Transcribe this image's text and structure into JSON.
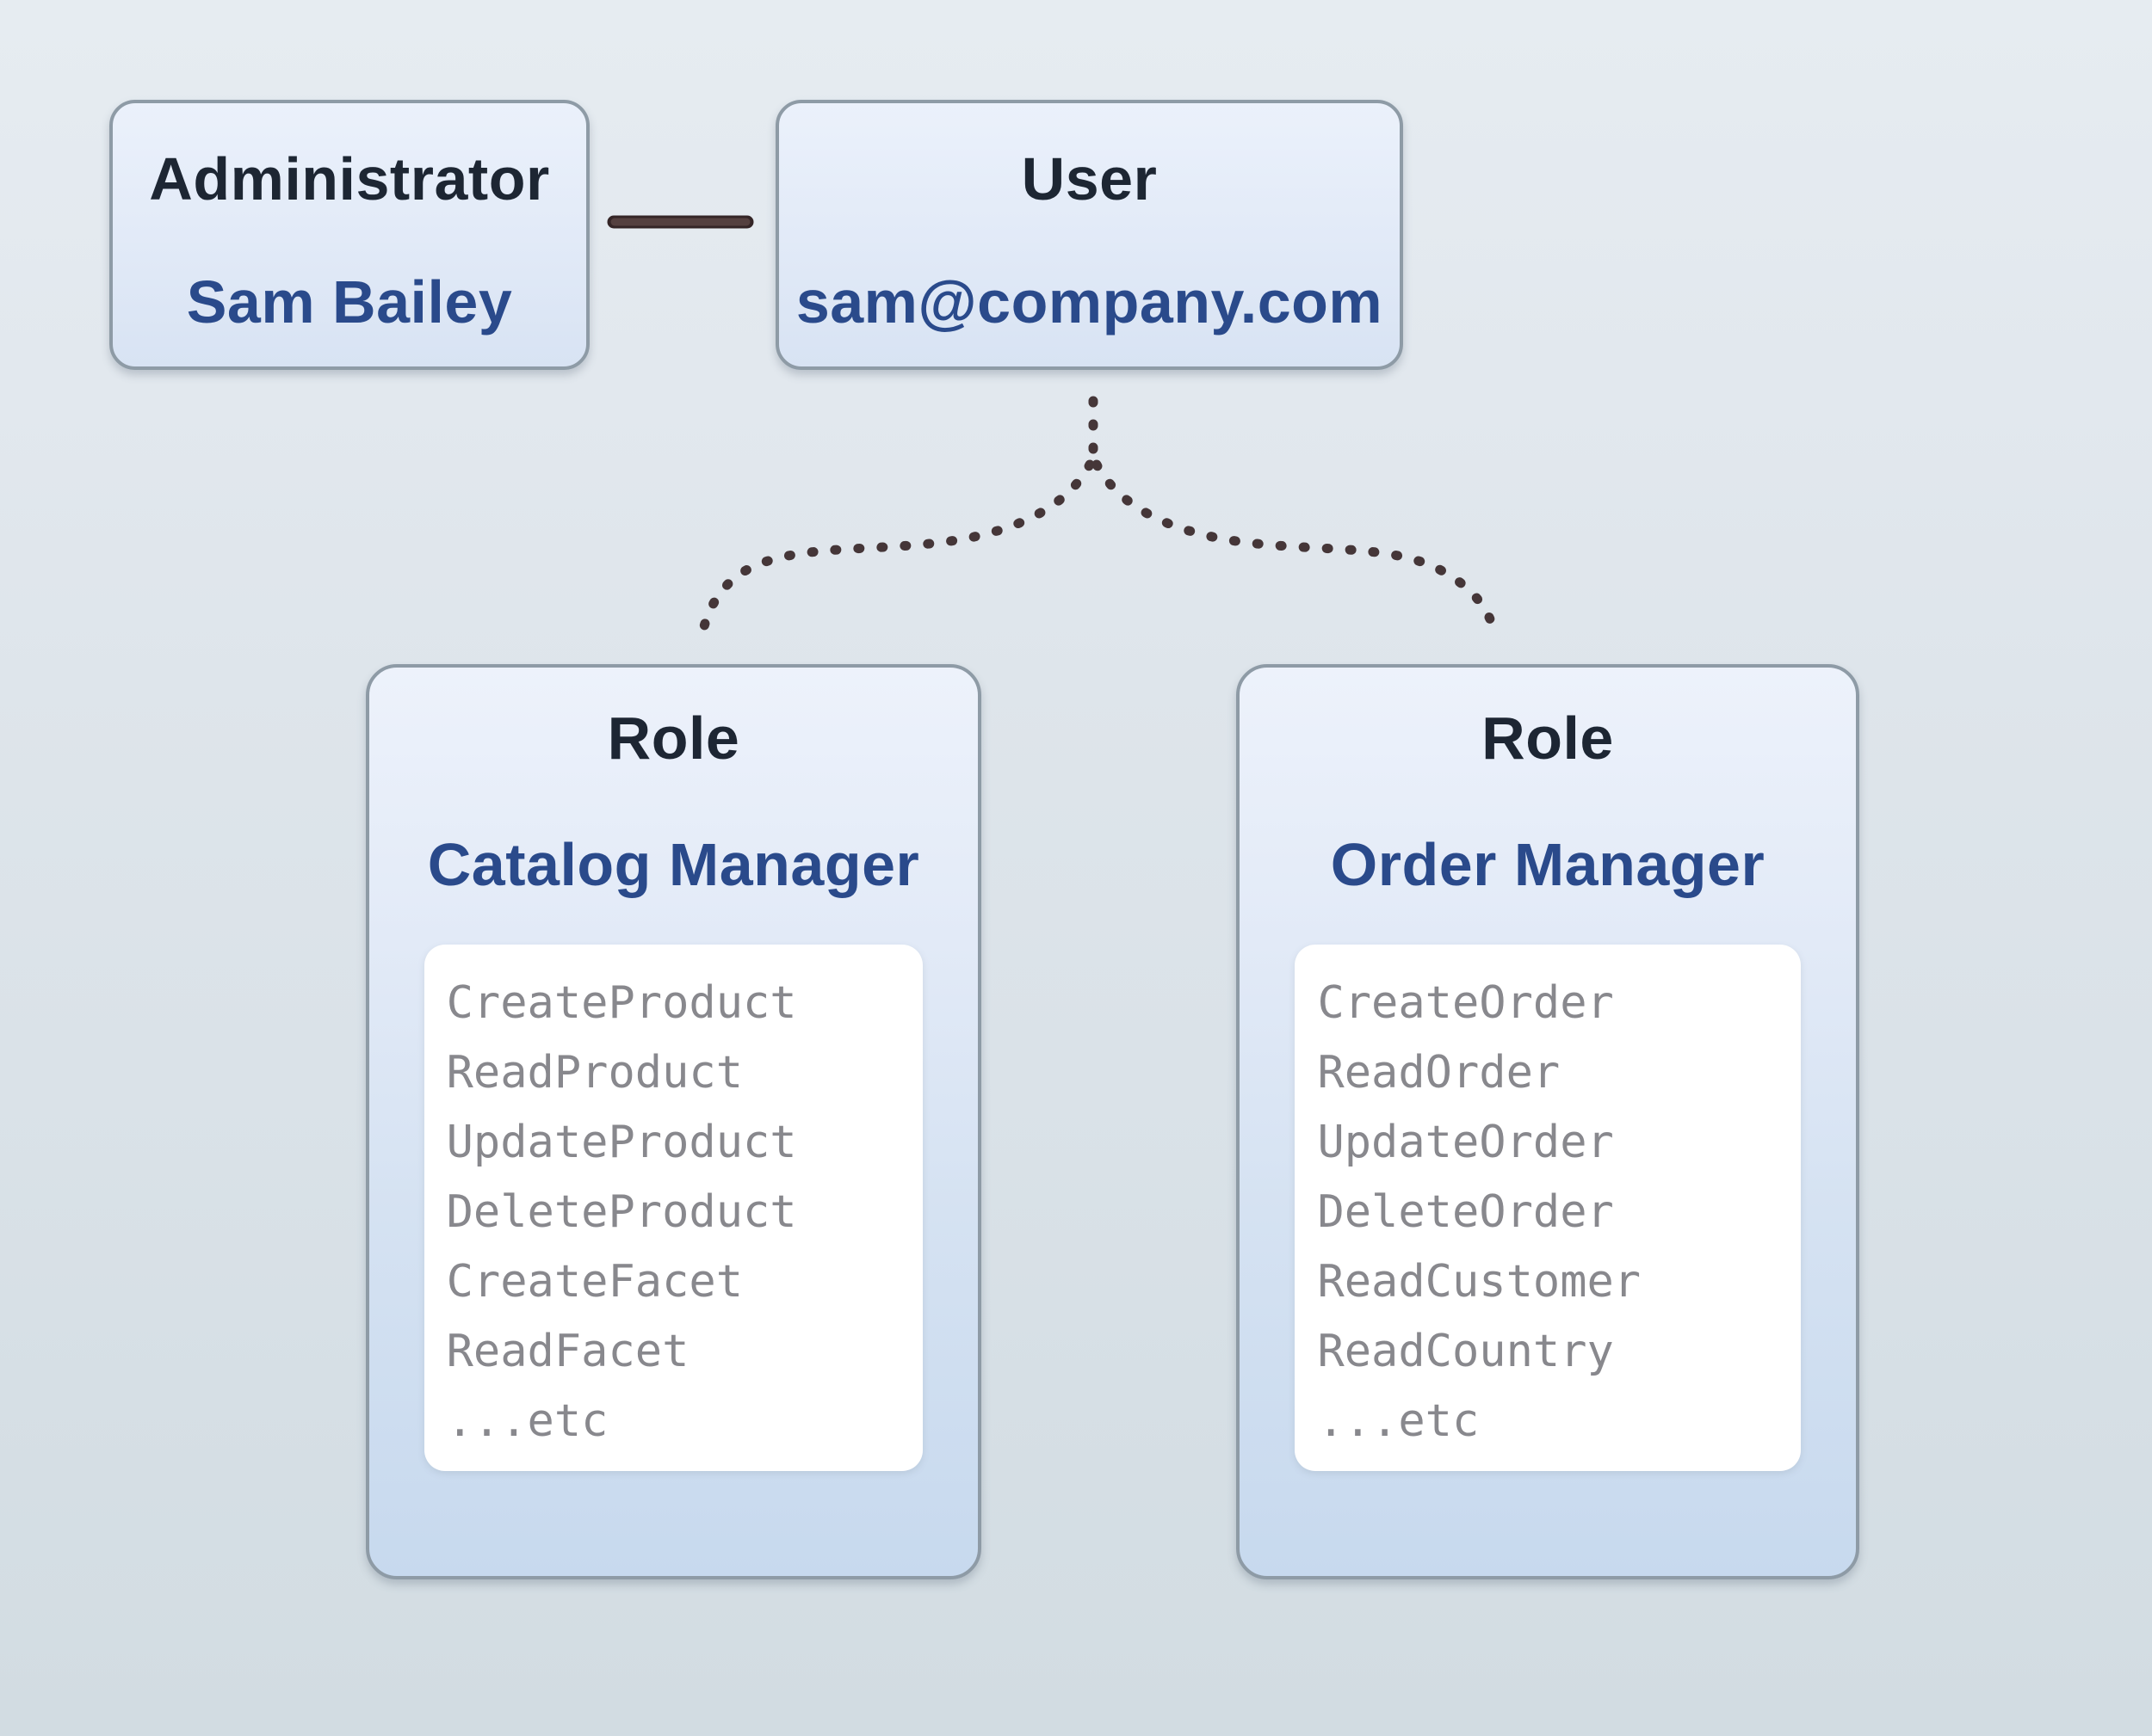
{
  "diagram": {
    "admin_card": {
      "title": "Administrator",
      "name": "Sam Bailey"
    },
    "user_card": {
      "title": "User",
      "name": "sam@company.com"
    },
    "role_cards": [
      {
        "title": "Role",
        "name": "Catalog Manager",
        "permissions": [
          "CreateProduct",
          "ReadProduct",
          "UpdateProduct",
          "DeleteProduct",
          "CreateFacet",
          "ReadFacet",
          "...etc"
        ]
      },
      {
        "title": "Role",
        "name": "Order Manager",
        "permissions": [
          "CreateOrder",
          "ReadOrder",
          "UpdateOrder",
          "DeleteOrder",
          "ReadCustomer",
          "ReadCountry",
          "...etc"
        ]
      }
    ],
    "colors": {
      "accent_blue": "#2a4a8b",
      "title_dark": "#1d2633",
      "permission_gray": "#88888d",
      "card_border": "#8e9ba6",
      "connector_core": "#54403f",
      "connector_outline": "#342526",
      "dotted_line": "#453638",
      "card_fill_top": "#ebf1fb",
      "card_fill_bottom": "#c7d9ee",
      "panel_white": "#ffffff",
      "background_top": "#e6ecf1",
      "background_bottom": "#d2dce2"
    }
  }
}
